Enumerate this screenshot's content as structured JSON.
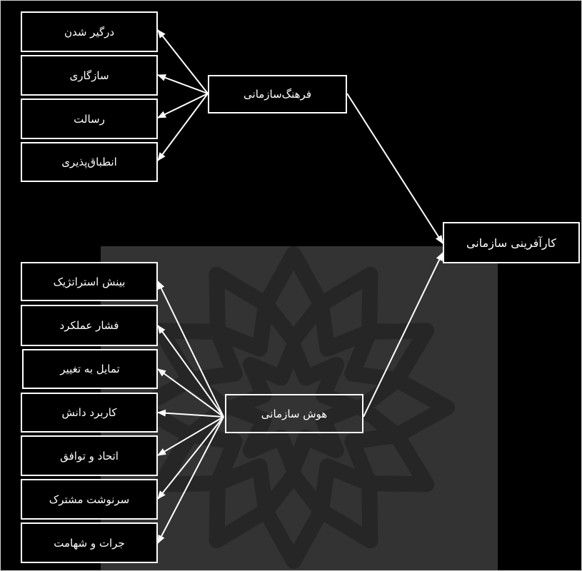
{
  "colors": {
    "background": "#000000",
    "stroke": "#ffffff",
    "text": "#ffffff",
    "watermark": "#333333",
    "watermark_pattern": "#262626"
  },
  "diagram": {
    "outcome": "کارآفرینی سازمانی",
    "organizational_culture": {
      "label": "فرهنگ‌سازمانی",
      "dimensions": [
        "درگیر شدن",
        "سازگاری",
        "رسالت",
        "انطباق‌پذیری"
      ]
    },
    "organizational_intelligence": {
      "label": "هوش سازمانی",
      "dimensions": [
        "بینش استراتژیک",
        "فشار عملکرد",
        "تمایل به تغییر",
        "کاربرد دانش",
        "اتحاد و توافق",
        "سرنوشت مشترک",
        "جرات و شهامت"
      ]
    }
  }
}
